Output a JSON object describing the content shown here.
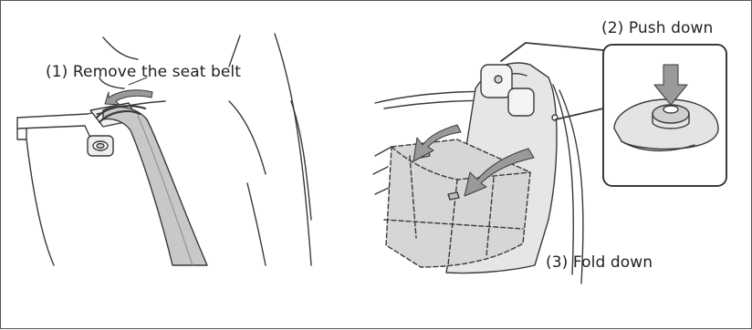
{
  "labels": {
    "step1": "(1) Remove the seat belt",
    "step2": "(2) Push down",
    "step3": "(3) Fold down"
  },
  "colors": {
    "line": "#3a3a3a",
    "fill_gray": "#c8c8c8",
    "fill_light": "#e6e6e6",
    "arrow": "#9a9a9a",
    "border": "#555555"
  },
  "icons": {
    "push_arrow": "down-arrow-icon",
    "fold_arrows": "curved-arrow-icon"
  }
}
